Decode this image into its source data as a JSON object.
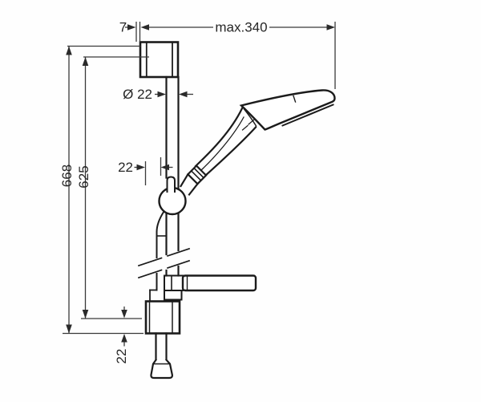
{
  "drawing": {
    "type": "technical-dimension-drawing",
    "subject": "shower-rail-set-side-view",
    "dims": {
      "wall_offset": "7",
      "max_reach": "max.340",
      "bar_diameter": "Ø 22",
      "hose_offset": "22",
      "total_height": "668",
      "bar_height": "625",
      "bottom_offset": "22"
    },
    "colors": {
      "background": "#ffffff",
      "outline": "#1b1b1b",
      "dimension_lines": "#3a3a3a",
      "text": "#262626"
    }
  }
}
